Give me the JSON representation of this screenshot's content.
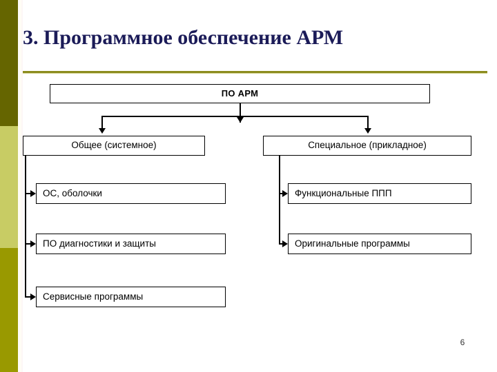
{
  "slide": {
    "title": "3. Программное обеспечение АРМ",
    "page_number": "6",
    "accent_colors": {
      "sidebar_dark_olive": "#656500",
      "sidebar_light_olive": "#c8cc64",
      "sidebar_olive": "#999900",
      "title_text": "#1b1b58",
      "rule": "#8c8c1e",
      "box_border": "#000000",
      "box_fill": "#ffffff"
    }
  },
  "diagram": {
    "type": "hierarchy-tree",
    "root": {
      "label": "ПО АРМ"
    },
    "branches": [
      {
        "label": "Общее (системное)",
        "children": [
          {
            "label": "ОС, оболочки"
          },
          {
            "label": "ПО диагностики и защиты"
          },
          {
            "label": "Сервисные программы"
          }
        ]
      },
      {
        "label": "Специальное (прикладное)",
        "children": [
          {
            "label": "Функциональные ППП"
          },
          {
            "label": "Оригинальные программы"
          }
        ]
      }
    ]
  }
}
